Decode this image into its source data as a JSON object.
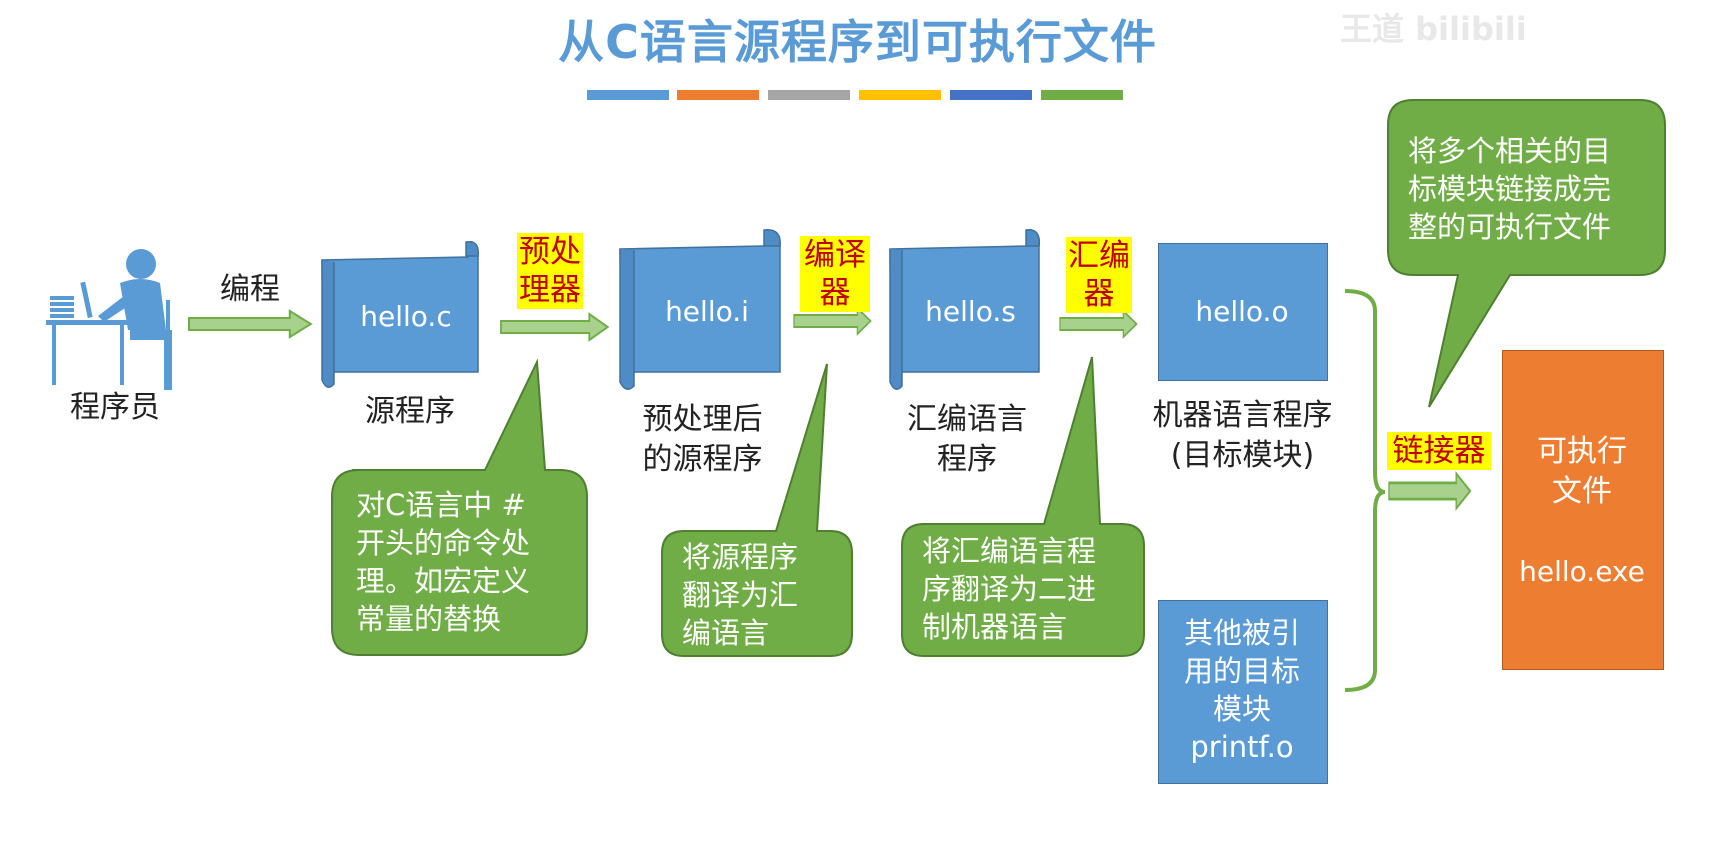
{
  "title": "从C语言源程序到可执行文件",
  "watermark": "王道 bilibili",
  "title_bar_colors": [
    "#5b9bd5",
    "#ed7d31",
    "#a5a5a5",
    "#ffc000",
    "#4472c4",
    "#70ad47"
  ],
  "colors": {
    "blue": "#5b9bd5",
    "green": "#70ad47",
    "orange": "#ed7d31",
    "highlight": "#ffff00",
    "tool_text": "#c00000"
  },
  "programmer": {
    "label": "程序员",
    "action": "编程"
  },
  "stages": {
    "source": {
      "file": "hello.c",
      "label": "源程序"
    },
    "preprocessed": {
      "file": "hello.i",
      "label": "预处理后\n的源程序"
    },
    "assembly": {
      "file": "hello.s",
      "label": "汇编语言\n程序"
    },
    "object": {
      "file": "hello.o",
      "label": "机器语言程序\n(目标模块)"
    },
    "other_object": {
      "text": "其他被引\n用的目标\n模块\nprintf.o"
    },
    "executable": {
      "text": "可执行\n文件",
      "file": "hello.exe"
    }
  },
  "tools": {
    "preprocessor": "预处\n理器",
    "compiler": "编译\n器",
    "assembler": "汇编\n器",
    "linker": "链接器"
  },
  "callouts": {
    "preprocessor": "对C语言中 #\n开头的命令处\n理。如宏定义\n常量的替换",
    "compiler": "将源程序\n翻译为汇\n编语言",
    "assembler": "将汇编语言程\n序翻译为二进\n制机器语言",
    "linker": "将多个相关的目\n标模块链接成完\n整的可执行文件"
  }
}
